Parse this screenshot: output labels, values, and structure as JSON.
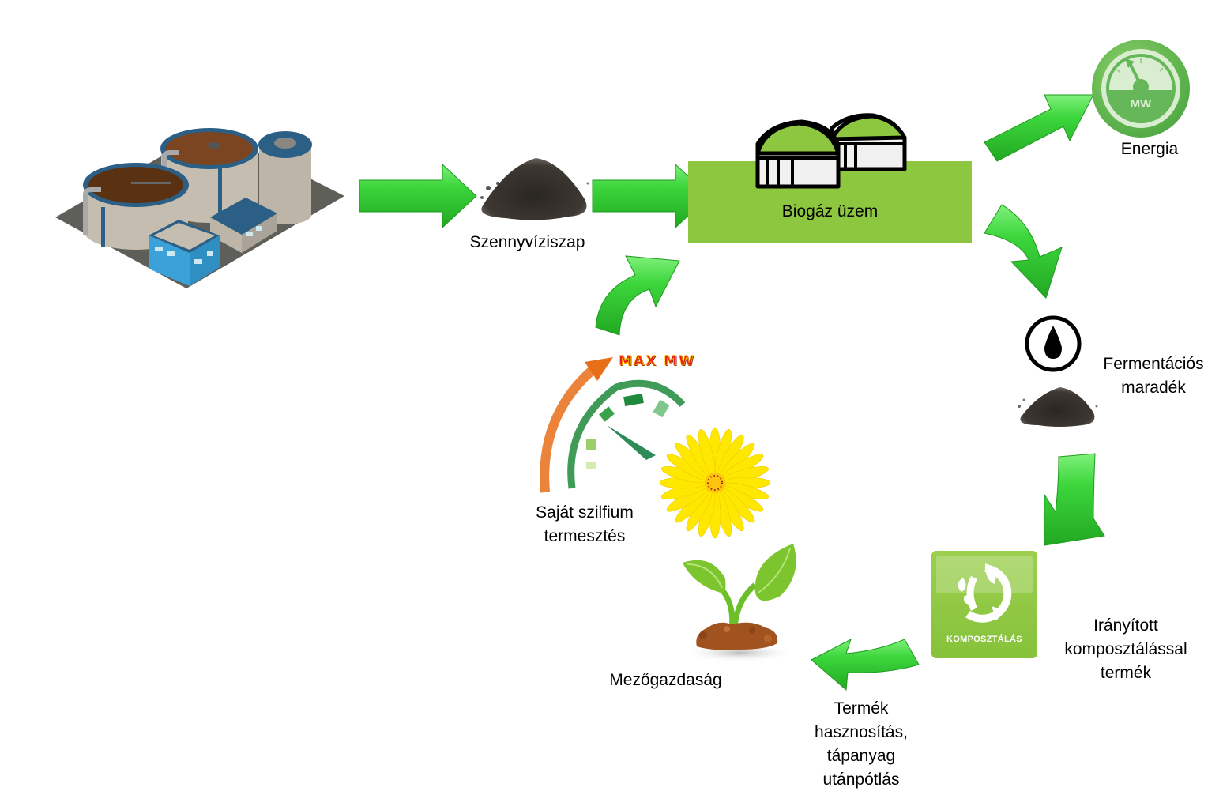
{
  "diagram": {
    "title": "Biogas plant process cycle",
    "nodes": {
      "treatment_plant": {
        "icon": "wastewater-treatment-plant-icon"
      },
      "sludge": {
        "label": "Szennyvíziszap",
        "icon": "sludge-pile-icon"
      },
      "biogas": {
        "label": "Biogáz üzem",
        "icon": "biogas-domes-icon"
      },
      "energy": {
        "label": "Energia",
        "icon": "mw-gauge-icon",
        "badge": "MW"
      },
      "digestate": {
        "label_line1": "Fermentációs",
        "label_line2": "maradék",
        "icon": "liquid-drop-icon"
      },
      "compost": {
        "label_line1": "Irányított",
        "label_line2": "komposztálással",
        "label_line3": "termék",
        "badge": "KOMPOSZTÁLÁS",
        "icon": "compost-recycle-icon"
      },
      "utilisation": {
        "label_line1": "Termék",
        "label_line2": "hasznosítás,",
        "label_line3": "tápanyag",
        "label_line4": "utánpótlás"
      },
      "agriculture": {
        "label": "Mezőgazdaság",
        "icon": "sprout-icon"
      },
      "silphium": {
        "label_line1": "Saját szilfium",
        "label_line2": "termesztés",
        "gauge_text": "MAX MW",
        "icon": "silphium-flower-icon"
      }
    },
    "edges": [
      {
        "from": "treatment_plant",
        "to": "sludge"
      },
      {
        "from": "sludge",
        "to": "biogas"
      },
      {
        "from": "biogas",
        "to": "energy"
      },
      {
        "from": "biogas",
        "to": "digestate"
      },
      {
        "from": "digestate",
        "to": "compost"
      },
      {
        "from": "compost",
        "to": "agriculture"
      },
      {
        "from": "silphium",
        "to": "biogas"
      }
    ],
    "colors": {
      "arrow_green": "#33cc33",
      "box_green": "#8dc63f",
      "energy_green": "#5cb85c"
    }
  }
}
